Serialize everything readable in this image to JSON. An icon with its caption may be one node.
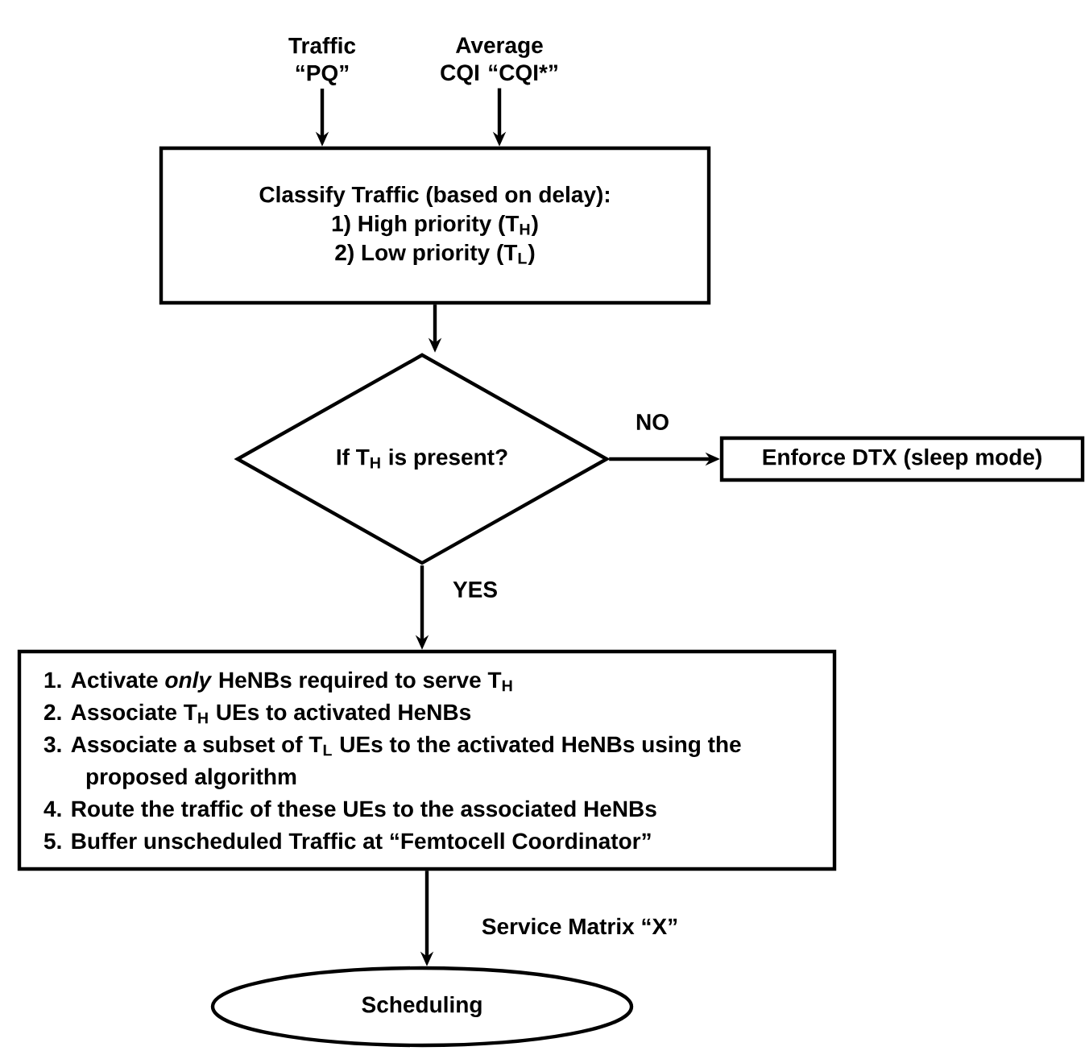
{
  "diagram": {
    "nodes": [
      {
        "text": [
          "Traffic “PQ”"
        ]
      },
      {
        "text": [
          "Average CQI “CQI*”"
        ]
      },
      {
        "text": [
          "Classify Traffic (based on delay):",
          "1) High priority (T$_{H}$)",
          "2) Low priority (T$_{L}$)"
        ]
      },
      {
        "text": [
          "If T$_{H}$ is present?"
        ]
      },
      {
        "text": [
          "Enforce DTX (sleep mode)"
        ]
      },
      {
        "text": [
          "1. Activate *only* HeNBs required to serve T$_{H}$",
          "2. Associate T$_{H}$ UEs to activated HeNBs",
          "3. Associate a subset of T$_{L}$ UEs to the activated HeNBs using the proposed algorithm",
          "4. Route the traffic of these UEs to the associated HeNBs",
          "5. Buffer unscheduled Traffic at “Femtocell Coordinator”"
        ]
      },
      {
        "text": [
          "Scheduling"
        ]
      }
    ],
    "edges": [
      {
        "from": 0,
        "to": 2,
        "arrow": "to"
      },
      {
        "from": 1,
        "to": 2,
        "arrow": "to"
      },
      {
        "from": 2,
        "to": 3,
        "arrow": "to"
      },
      {
        "from": 3,
        "to": 4,
        "arrow": "to",
        "label": "NO"
      },
      {
        "from": 3,
        "to": 5,
        "arrow": "to",
        "label": "YES"
      },
      {
        "from": 5,
        "to": 6,
        "arrow": "to",
        "label": "Service Matrix “X”"
      }
    ]
  }
}
